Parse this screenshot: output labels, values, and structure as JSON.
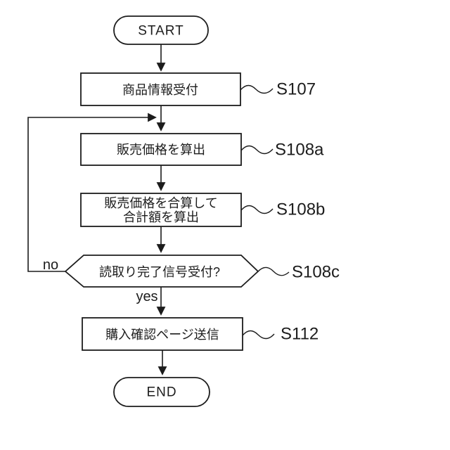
{
  "diagram": {
    "title": "flowchart",
    "colors": {
      "background": "#ffffff",
      "stroke": "#1c1c1c"
    },
    "nodes": {
      "start": {
        "type": "terminator",
        "label": "START"
      },
      "s107": {
        "type": "process",
        "label": "商品情報受付",
        "step": "S107"
      },
      "s108a": {
        "type": "process",
        "label": "販売価格を算出",
        "step": "S108a"
      },
      "s108b": {
        "type": "process",
        "label_line1": "販売価格を合算して",
        "label_line2": "合計額を算出",
        "step": "S108b"
      },
      "s108c": {
        "type": "decision",
        "label": "読取り完了信号受付?",
        "step": "S108c"
      },
      "s112": {
        "type": "process",
        "label": "購入確認ページ送信",
        "step": "S112"
      },
      "end": {
        "type": "terminator",
        "label": "END"
      }
    },
    "branch_labels": {
      "no": "no",
      "yes": "yes"
    }
  }
}
